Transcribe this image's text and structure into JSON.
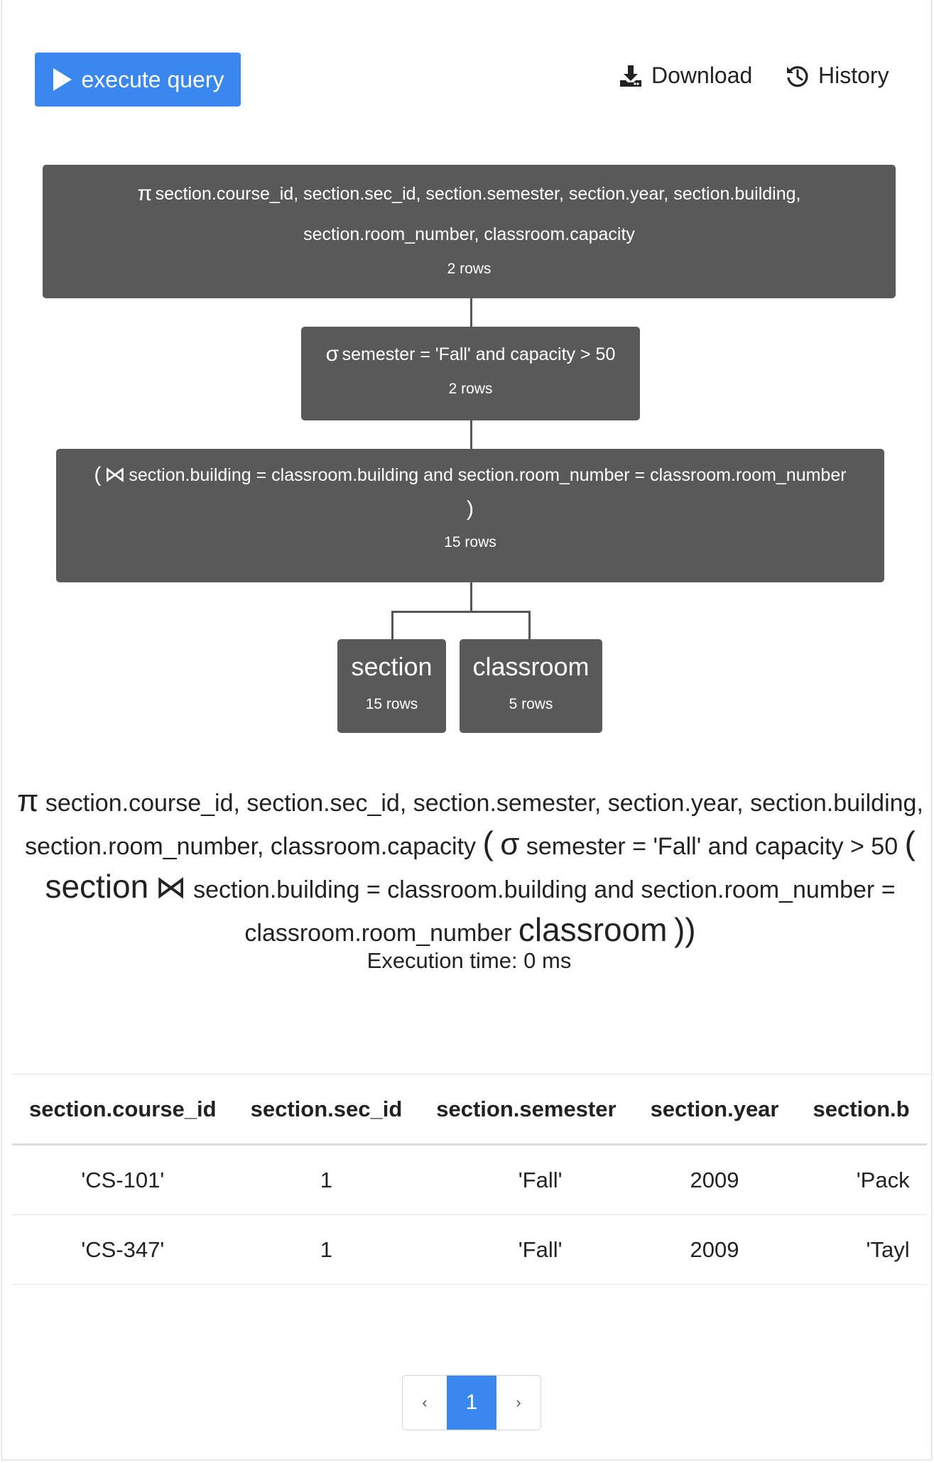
{
  "toolbar": {
    "execute_label": "execute query",
    "download_label": "Download",
    "history_label": "History"
  },
  "tree": {
    "projection": {
      "symbol": "π",
      "attributes_line1": "section.course_id, section.sec_id, section.semester, section.year, section.building,",
      "attributes_line2": "section.room_number, classroom.capacity",
      "rows": "2 rows"
    },
    "selection": {
      "symbol": "σ",
      "condition": "semester = 'Fall' and capacity > 50",
      "rows": "2 rows"
    },
    "join": {
      "open": "(",
      "symbol": "⋈",
      "condition": "section.building = classroom.building and section.room_number = classroom.room_number",
      "close": ")",
      "rows": "15 rows"
    },
    "leaves": [
      {
        "name": "section",
        "rows": "15 rows"
      },
      {
        "name": "classroom",
        "rows": "5 rows"
      }
    ]
  },
  "expression": {
    "pi": "π",
    "proj_attrs": "section.course_id, section.sec_id, section.semester, section.year, section.building, section.room_number, classroom.capacity",
    "paren_open": "(",
    "sigma": "σ",
    "sel_cond": "semester = 'Fall' and capacity > 50",
    "rel_left": "section",
    "join_sym": "⋈",
    "join_cond": "section.building = classroom.building and section.room_number = classroom.room_number",
    "rel_right": "classroom",
    "paren_close": ")",
    "execution_time": "Execution time: 0 ms"
  },
  "result_table": {
    "columns": [
      "section.course_id",
      "section.sec_id",
      "section.semester",
      "section.year",
      "section.b"
    ],
    "rows": [
      [
        "'CS-101'",
        "1",
        "'Fall'",
        "2009",
        "'Pack"
      ],
      [
        "'CS-347'",
        "1",
        "'Fall'",
        "2009",
        "'Tayl"
      ]
    ]
  },
  "pagination": {
    "prev": "‹",
    "current": "1",
    "next": "›"
  },
  "colors": {
    "accent": "#3a87f0",
    "node_bg": "#595959"
  }
}
